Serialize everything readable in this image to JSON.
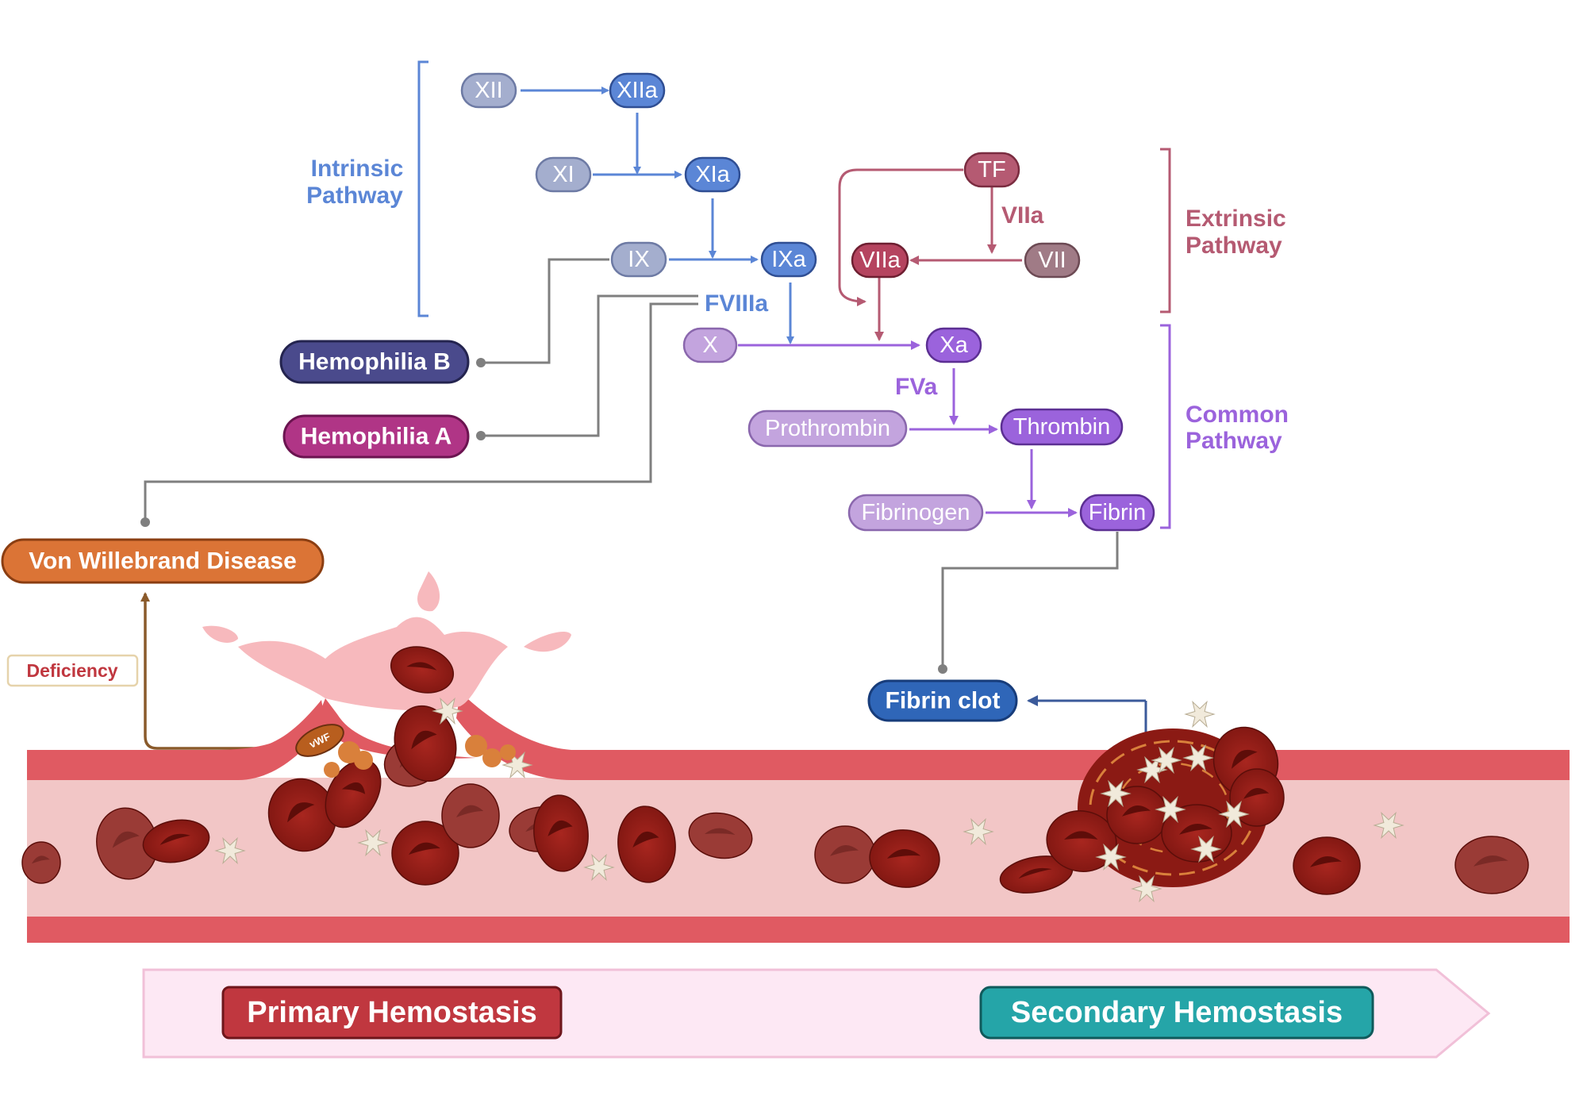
{
  "pathways": {
    "intrinsic": {
      "line1": "Intrinsic",
      "line2": "Pathway"
    },
    "extrinsic": {
      "line1": "Extrinsic",
      "line2": "Pathway"
    },
    "common": {
      "line1": "Common",
      "line2": "Pathway"
    }
  },
  "factors": {
    "xii": "XII",
    "xiia": "XIIa",
    "xi": "XI",
    "xia": "XIa",
    "ix": "IX",
    "ixa": "IXa",
    "tf": "TF",
    "viia_label": "VIIa",
    "viia": "VIIa",
    "vii": "VII",
    "fviiia": "FVIIIa",
    "x": "X",
    "xa": "Xa",
    "fva": "FVa",
    "prothrombin": "Prothrombin",
    "thrombin": "Thrombin",
    "fibrinogen": "Fibrinogen",
    "fibrin": "Fibrin"
  },
  "diseases": {
    "hemophilia_b": "Hemophilia B",
    "hemophilia_a": "Hemophilia A",
    "vwd": "Von Willebrand Disease",
    "deficiency": "Deficiency",
    "vwf": "vWF"
  },
  "fibrin_clot": "Fibrin clot",
  "stages": {
    "primary": "Primary Hemostasis",
    "secondary": "Secondary Hemostasis"
  },
  "colors": {
    "intrinsic": "#5b86d6",
    "extrinsic": "#b55a72",
    "common": "#9b63dc",
    "gray": "#7f7f7f",
    "vessel_wall": "#e05a62",
    "vessel_lumen": "#f2c6c6",
    "rbc": "#8f1b16",
    "primary_badge": "#c0373f",
    "secondary_badge": "#25a5a8",
    "vwd_badge": "#db7436",
    "hemo_b": "#4a4a8c",
    "hemo_a": "#b03586",
    "fibrin_clot": "#2f66b8"
  }
}
